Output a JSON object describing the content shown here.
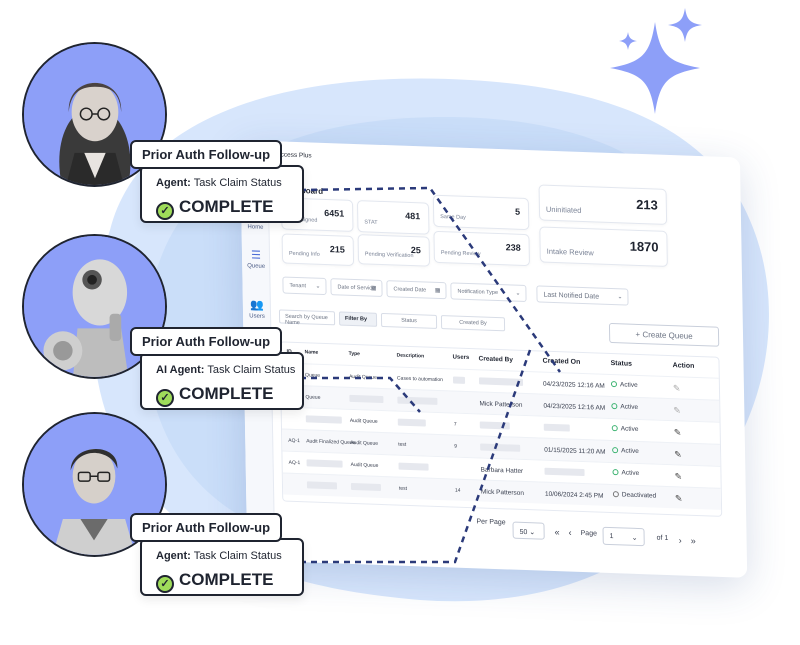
{
  "colors": {
    "accent": "#8d9ff8",
    "blob": "#cfe1fb",
    "check": "#9fdc5a",
    "ink": "#1f2430",
    "dash": "#2b3a7a"
  },
  "dashboard": {
    "brand": "Access Plus",
    "title": "board",
    "nav": [
      {
        "icon": "home-icon",
        "label": "Home"
      },
      {
        "icon": "list-icon",
        "label": "Queue"
      },
      {
        "icon": "users-icon",
        "label": "Users"
      }
    ],
    "stats": [
      {
        "label": "Unassigned",
        "value": "6451"
      },
      {
        "label": "STAT",
        "value": "481"
      },
      {
        "label": "Same Day",
        "value": "5"
      },
      {
        "label": "Uninitiated",
        "value": "213"
      },
      {
        "label": "Pending Info",
        "value": "215"
      },
      {
        "label": "Pending Verification",
        "value": "25"
      },
      {
        "label": "Pending Review",
        "value": "238"
      },
      {
        "label": "Intake Review",
        "value": "1870"
      }
    ],
    "filters": [
      "Tenant",
      "Date of Service",
      "Created Date",
      "Notification Type",
      "Last Notified Date"
    ],
    "queue_bar": {
      "search_placeholder": "Search by Queue Name",
      "filter_by": "Filter By",
      "status": "Status",
      "created_by": "Created By",
      "create_button": "+ Create Queue"
    },
    "table": {
      "headers": [
        "ID",
        "Name",
        "Type",
        "Description",
        "Users",
        "Created By",
        "Created On",
        "Status",
        "Action"
      ],
      "rows": [
        {
          "id": "",
          "name": "Queue",
          "type": "Audit Queue",
          "description": "Cases to automation",
          "users": "",
          "created_by": "",
          "created_on": "04/23/2025 12:16 AM",
          "status": "Active"
        },
        {
          "id": "",
          "name": "Queue",
          "type": "",
          "description": "",
          "users": "",
          "created_by": "Mick Patterson",
          "created_on": "04/23/2025 12:16 AM",
          "status": "Active"
        },
        {
          "id": "",
          "name": "",
          "type": "Audit Queue",
          "description": "",
          "users": "7",
          "created_by": "",
          "created_on": "",
          "status": "Active"
        },
        {
          "id": "AQ-1",
          "name": "Audit Finalized Queue",
          "type": "Audit Queue",
          "description": "test",
          "users": "9",
          "created_by": "",
          "created_on": "01/15/2025 11:20 AM",
          "status": "Active"
        },
        {
          "id": "AQ-1",
          "name": "",
          "type": "Audit Queue",
          "description": "",
          "users": "",
          "created_by": "Barbara Hatter",
          "created_on": "",
          "status": "Active"
        },
        {
          "id": "",
          "name": "",
          "type": "",
          "description": "test",
          "users": "14",
          "created_by": "Mick Patterson",
          "created_on": "10/06/2024 2:45 PM",
          "status": "Deactivated"
        }
      ]
    },
    "pager": {
      "per_page_label": "Per Page",
      "per_page": "50",
      "page_label": "Page",
      "page": "1",
      "of": "of 1"
    }
  },
  "cards": [
    {
      "title": "Prior Auth Follow-up",
      "agent_label": "Agent:",
      "agent_task": "Task Claim Status",
      "state": "COMPLETE"
    },
    {
      "title": "Prior Auth Follow-up",
      "agent_label": "AI Agent:",
      "agent_task": "Task Claim Status",
      "state": "COMPLETE"
    },
    {
      "title": "Prior Auth Follow-up",
      "agent_label": "Agent:",
      "agent_task": "Task Claim Status",
      "state": "COMPLETE"
    }
  ]
}
